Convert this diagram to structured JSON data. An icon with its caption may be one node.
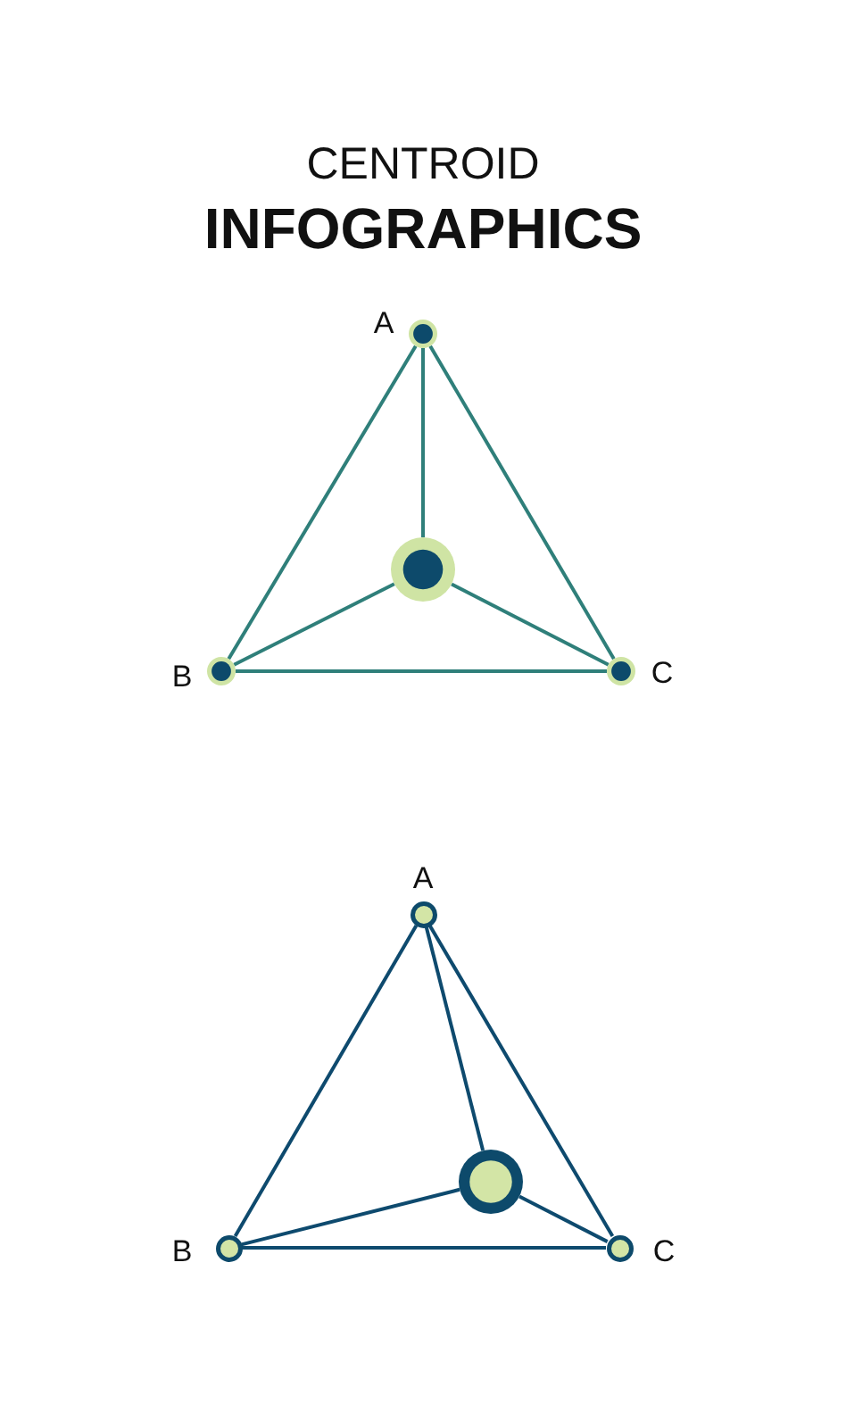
{
  "diagram": {
    "title": "CENTROID **INFOGRAPHICS**",
    "nodes": [
      {
        "text": [],
        "shape": "circle",
        "beside": [
          "A"
        ]
      },
      {
        "text": [],
        "shape": "circle"
      },
      {
        "text": [],
        "shape": "circle",
        "beside": [
          "B"
        ]
      },
      {
        "text": [],
        "shape": "circle",
        "beside": [
          "C"
        ]
      },
      {
        "text": [],
        "shape": "circle",
        "beside": [
          "A"
        ]
      },
      {
        "text": [],
        "shape": "circle"
      },
      {
        "text": [],
        "shape": "circle",
        "beside": [
          "B"
        ]
      },
      {
        "text": [],
        "shape": "circle",
        "beside": [
          "C"
        ]
      }
    ],
    "edges": [
      {
        "from": 0,
        "to": 2,
        "arrow": "none",
        "color": "#2f7f7a"
      },
      {
        "from": 0,
        "to": 3,
        "arrow": "none",
        "color": "#2f7f7a"
      },
      {
        "from": 2,
        "to": 3,
        "arrow": "none",
        "color": "#2f7f7a"
      },
      {
        "from": 0,
        "to": 1,
        "arrow": "none",
        "color": "#2f7f7a"
      },
      {
        "from": 2,
        "to": 1,
        "arrow": "none",
        "color": "#2f7f7a"
      },
      {
        "from": 3,
        "to": 1,
        "arrow": "none",
        "color": "#2f7f7a"
      },
      {
        "from": 4,
        "to": 6,
        "arrow": "none",
        "color": "#0e4a6e"
      },
      {
        "from": 4,
        "to": 7,
        "arrow": "none",
        "color": "#0e4a6e"
      },
      {
        "from": 6,
        "to": 7,
        "arrow": "none",
        "color": "#0e4a6e"
      },
      {
        "from": 4,
        "to": 5,
        "arrow": "none",
        "color": "#0e4a6e"
      },
      {
        "from": 6,
        "to": 5,
        "arrow": "none",
        "color": "#0e4a6e"
      },
      {
        "from": 7,
        "to": 5,
        "arrow": "none",
        "color": "#0e4a6e"
      }
    ]
  }
}
